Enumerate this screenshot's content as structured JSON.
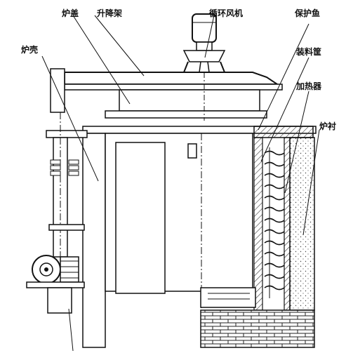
{
  "labels": {
    "furnace_cover": "炉盖",
    "lifting_frame": "升降架",
    "circulation_fan": "循环风机",
    "protective_cover": "保护鱼",
    "furnace_shell": "炉壳",
    "charging_basket": "装料筐",
    "heater": "加热器",
    "furnace_lining": "炉衬"
  }
}
